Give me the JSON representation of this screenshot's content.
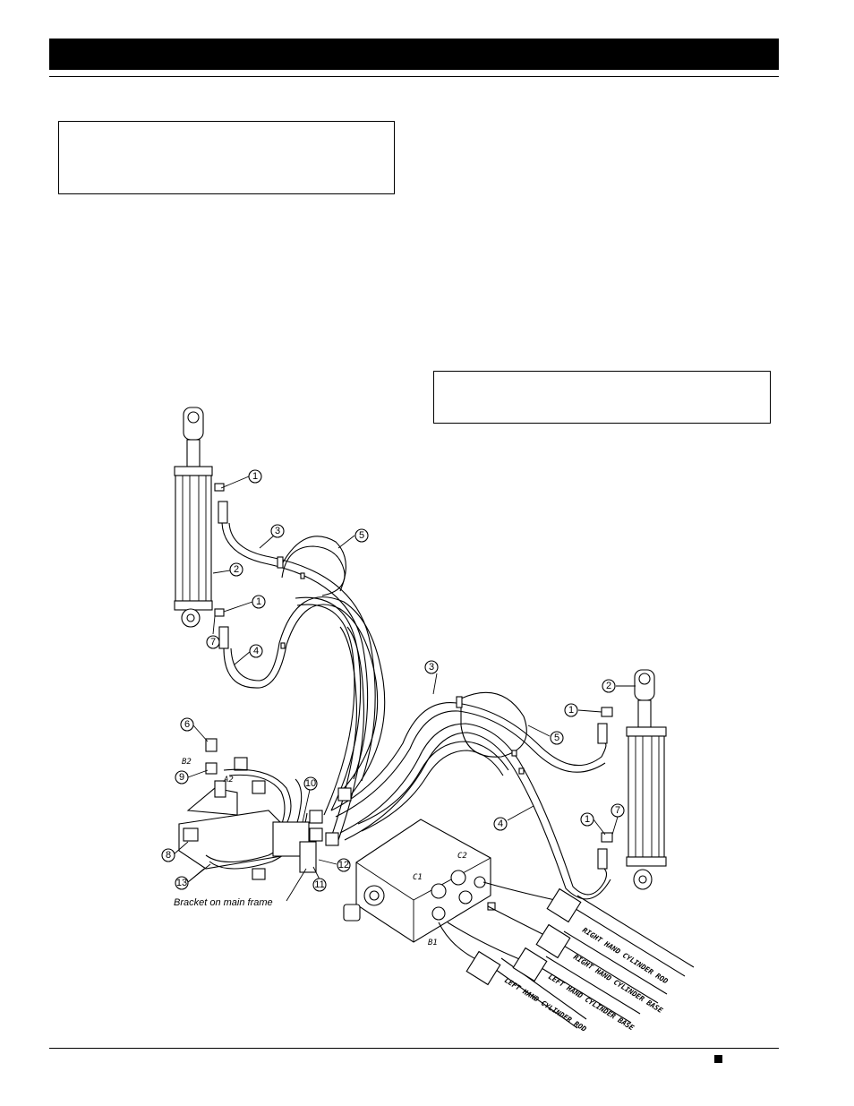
{
  "diagram": {
    "callouts": [
      "1",
      "2",
      "3",
      "4",
      "5",
      "6",
      "7",
      "8",
      "9",
      "10",
      "11",
      "12",
      "13"
    ],
    "port_labels": {
      "b2": "B2",
      "a2": "A2",
      "c1": "C1",
      "c2": "C2",
      "b1": "B1"
    },
    "caption": "Bracket on main frame",
    "hose_labels": {
      "rh_rod": "RIGHT HAND CYLINDER ROD",
      "rh_base": "RIGHT HAND CYLINDER BASE",
      "lh_base": "LEFT HAND CYLINDER BASE",
      "lh_rod": "LEFT HAND CYLINDER ROD"
    }
  }
}
